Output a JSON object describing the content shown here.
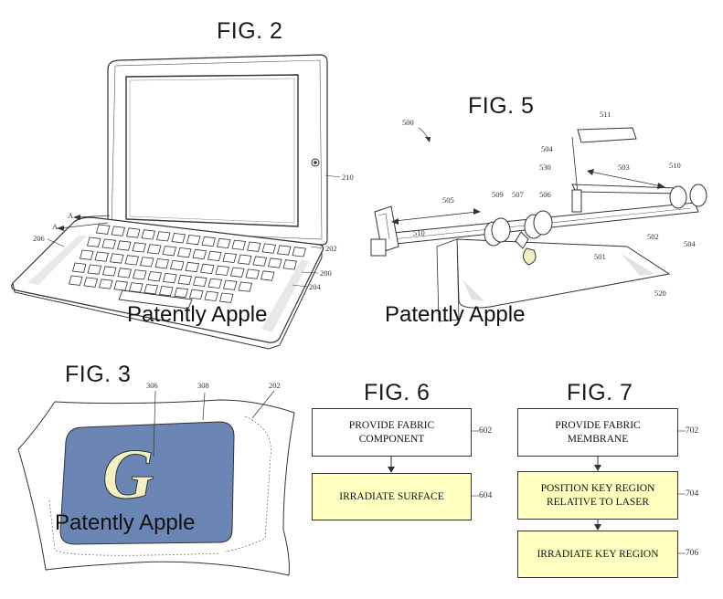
{
  "colors": {
    "key_fill": "#6b86b4",
    "flow_fill": "#ffffc0",
    "glyph_fill": "#f3f0c4"
  },
  "fig2": {
    "title": "FIG. 2",
    "labels": {
      "r210": "210",
      "r202": "202",
      "r200": "200",
      "r204": "204",
      "r206": "206",
      "rA1": "A",
      "rA2": "A"
    },
    "watermark": "Patently Apple"
  },
  "fig5": {
    "title": "FIG. 5",
    "labels": {
      "r500": "500",
      "r511": "511",
      "r504a": "504",
      "r503": "503",
      "r510a": "510",
      "r530": "530",
      "r505": "505",
      "r509": "509",
      "r507": "507",
      "r506": "506",
      "r510b": "510",
      "r502": "502",
      "r504b": "504",
      "r501": "501",
      "r520": "520"
    },
    "watermark": "Patently Apple"
  },
  "fig3": {
    "title": "FIG. 3",
    "glyph": "G",
    "labels": {
      "r306": "306",
      "r308": "308",
      "r202": "202"
    },
    "watermark": "Patently Apple"
  },
  "fig6": {
    "title": "FIG. 6",
    "steps": [
      {
        "text": "PROVIDE FABRIC COMPONENT",
        "ref": "602"
      },
      {
        "text": "IRRADIATE SURFACE",
        "ref": "604"
      }
    ]
  },
  "fig7": {
    "title": "FIG. 7",
    "steps": [
      {
        "text": "PROVIDE FABRIC MEMBRANE",
        "ref": "702"
      },
      {
        "text": "POSITION KEY REGION RELATIVE TO LASER",
        "ref": "704"
      },
      {
        "text": "IRRADIATE KEY REGION",
        "ref": "706"
      }
    ]
  }
}
